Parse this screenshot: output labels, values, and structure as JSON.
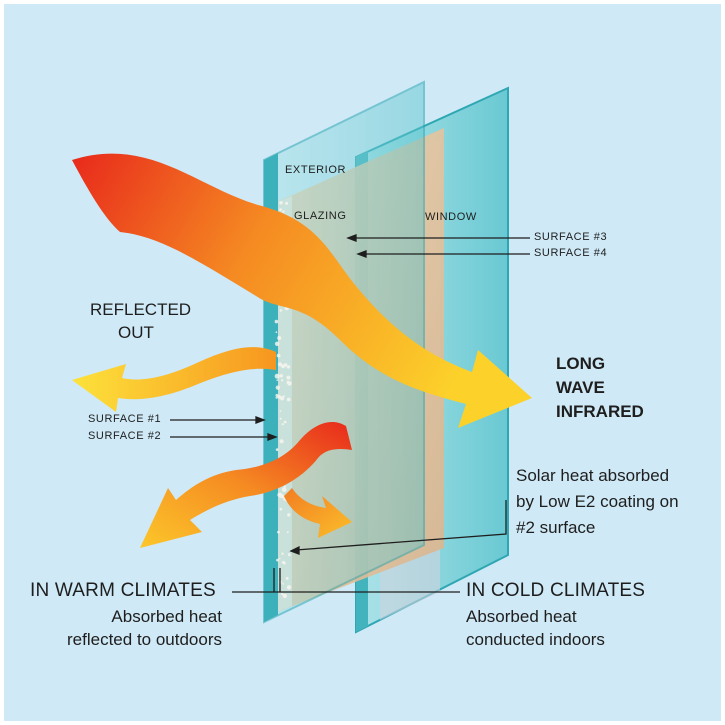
{
  "labels": {
    "exterior": "EXTERIOR",
    "glazing": "GLAZING",
    "window": "WINDOW",
    "surface3": "SURFACE #3",
    "surface4": "SURFACE #4",
    "reflected_line1": "REFLECTED",
    "reflected_line2": "OUT",
    "surface1": "SURFACE #1",
    "surface2": "SURFACE #2",
    "longwave_line1": "LONG",
    "longwave_line2": "WAVE",
    "longwave_line3": "INFRARED",
    "solar_line1": "Solar heat absorbed",
    "solar_line2": "by Low E2 coating on",
    "solar_line3": "#2 surface",
    "warm_title": "IN WARM CLIMATES",
    "warm_line1": "Absorbed heat",
    "warm_line2": "reflected to outdoors",
    "cold_title": "IN COLD CLIMATES",
    "cold_line1": "Absorbed heat",
    "cold_line2": "conducted indoors"
  },
  "colors": {
    "background": "#cfe9f6",
    "glass": "#5cc6cf",
    "glass_edge": "#2fa7b3",
    "glazing_tint": "#e8c7a2",
    "heat_red": "#e8291c",
    "heat_orange": "#f58a22",
    "heat_yellow": "#fcd12a"
  }
}
